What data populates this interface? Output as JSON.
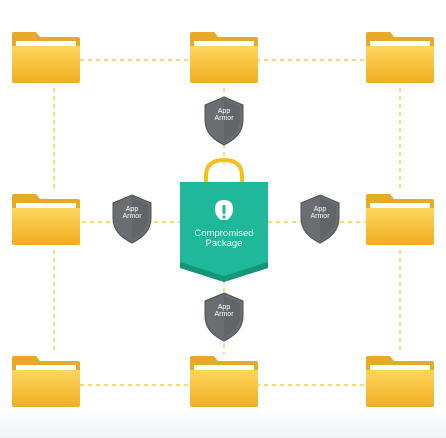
{
  "shield": {
    "line1": "App",
    "line2": "Armor"
  },
  "package": {
    "line1": "Compromised",
    "line2": "Package",
    "alert_icon": "exclamation-icon"
  },
  "colors": {
    "folder_back": "#E8A928",
    "folder_front": "#F6BF36",
    "folder_highlight": "#FBD55A",
    "shield": "#6A6D72",
    "shield_edge": "#4E5155",
    "package": "#1FB89A",
    "package_dark": "#169579",
    "handle": "#F2C21B",
    "dash": "#F2C21B"
  }
}
